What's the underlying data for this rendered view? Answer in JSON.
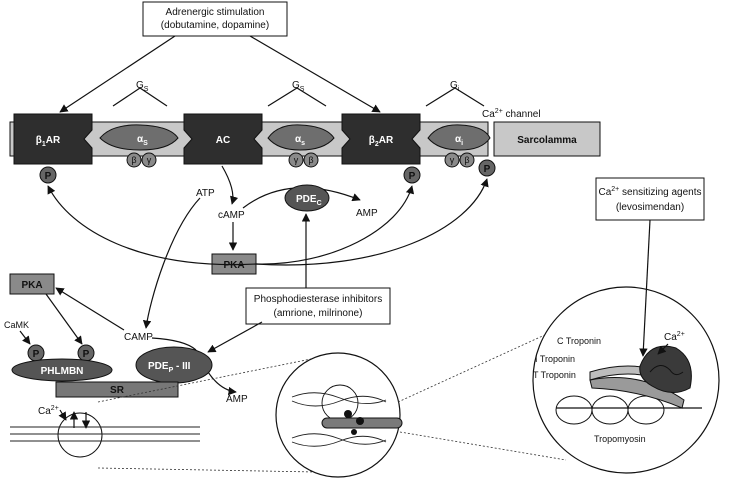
{
  "labels": {
    "adrenergic_title": "Adrenergic stimulation",
    "adrenergic_sub": "(dobutamine, dopamine)",
    "gs1": "G",
    "gs1_sub": "S",
    "gs2": "G",
    "gs2_sub": "S",
    "gi": "G",
    "gi_sub": "i",
    "ca_channel_ca": "Ca",
    "ca_channel_sup": "2+",
    "ca_channel_rest": " channel",
    "beta1": "β",
    "beta1_sub": "1",
    "beta1_rest": "AR",
    "alpha_s1": "α",
    "alpha_s1_sub": "S",
    "ac": "AC",
    "alpha_s2": "α",
    "alpha_s2_sub": "s",
    "beta2": "β",
    "beta2_sub": "2",
    "beta2_rest": "AR",
    "alpha_i": "α",
    "alpha_i_sub": "i",
    "sarcolamma": "Sarcolamma",
    "beta_sym": "β",
    "gamma_sym": "γ",
    "p": "P",
    "atp": "ATP",
    "camp_upper": "cAMP",
    "pdec": "PDE",
    "pdec_sub": "C",
    "amp_upper": "AMP",
    "pka_center": "PKA",
    "pka_left": "PKA",
    "camk": "CaMK",
    "camp_lower": "CAMP",
    "phlmbn": "PHLMBN",
    "pdep": "PDE",
    "pdep_sub": "P",
    "pdep_rest": " - III",
    "sr": "SR",
    "amp_lower": "AMP",
    "ca_left": "Ca",
    "ca_left_sup": "2+",
    "pdi_title": "Phosphodiesterase inhibitors",
    "pdi_sub": "(amrione, milrinone)",
    "csa_title_ca": "Ca",
    "csa_title_sup": "2+",
    "csa_title_rest": " sensitizing agents",
    "csa_sub": "(levosimendan)",
    "c_troponin": "C Troponin",
    "i_troponin": "I Troponin",
    "t_troponin": "T Troponin",
    "ca_troponin": "Ca",
    "ca_troponin_sup": "2+",
    "tropomyosin": "Tropomyosin"
  },
  "colors": {
    "receptor": "#2e2e2e",
    "membrane": "#c8c8c8",
    "subunit": "#6e6e6e",
    "gamma_beta": "#8a8a8a",
    "p_circle": "#666666",
    "pka_box": "#8a8a8a",
    "pde_oval": "#555555",
    "sr_bar": "#777777"
  }
}
